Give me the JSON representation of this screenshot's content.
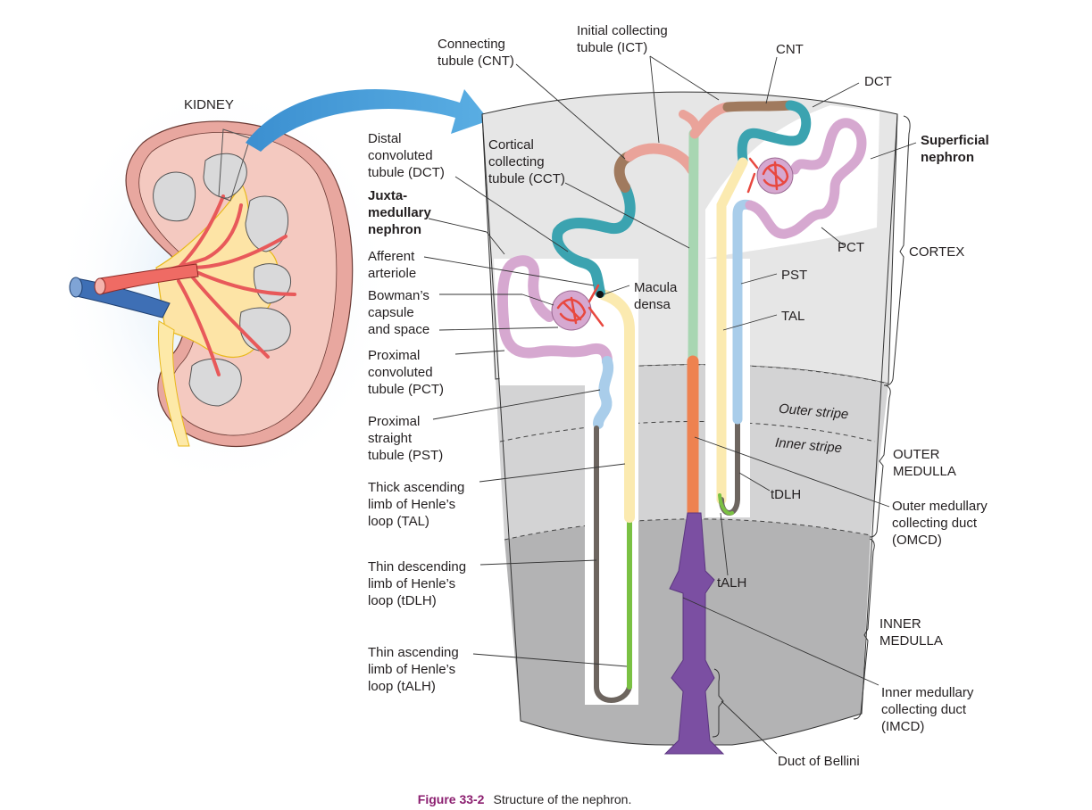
{
  "figure": {
    "number": "Figure 33-2",
    "caption": "Structure of the nephron."
  },
  "kidney": {
    "title": "KIDNEY"
  },
  "labels": {
    "connecting_tubule": "Connecting\ntubule (CNT)",
    "initial_collecting_tubule": "Initial collecting\ntubule (ICT)",
    "cnt_short": "CNT",
    "dct_short": "DCT",
    "distal_convoluted_tubule": "Distal\nconvoluted\ntubule (DCT)",
    "cortical_collecting_tubule": "Cortical\ncollecting\ntubule (CCT)",
    "juxtamedullary_nephron": "Juxta-\nmedullary\nnephron",
    "superficial_nephron": "Superficial\nnephron",
    "afferent_arteriole": "Afferent\narteriole",
    "macula_densa": "Macula\ndensa",
    "bowmans_capsule": "Bowman’s\ncapsule\nand space",
    "pct_full": "Proximal\nconvoluted\ntubule (PCT)",
    "pct_short": "PCT",
    "pst_full": "Proximal\nstraight\ntubule (PST)",
    "pst_short": "PST",
    "tal_short": "TAL",
    "tal_full": "Thick ascending\nlimb of Henle’s\nloop (TAL)",
    "tdlh_full": "Thin descending\nlimb of Henle’s\nloop (tDLH)",
    "tdlh_short": "tDLH",
    "talh_full": "Thin ascending\nlimb of Henle’s\nloop (tALH)",
    "talh_short": "tALH",
    "outer_stripe": "Outer stripe",
    "inner_stripe": "Inner stripe",
    "cortex": "CORTEX",
    "outer_medulla": "OUTER\nMEDULLA",
    "inner_medulla": "INNER\nMEDULLA",
    "omcd": "Outer medullary\ncollecting duct\n(OMCD)",
    "imcd": "Inner medullary\ncollecting duct\n(IMCD)",
    "duct_of_bellini": "Duct of Bellini"
  },
  "colors": {
    "cortex_bg": "#e6e6e6",
    "outer_medulla_bg": "#d3d3d4",
    "inner_medulla_bg": "#b3b3b4",
    "pct": "#d6a8d0",
    "pst": "#a9cdea",
    "tdlh": "#6d655f",
    "talh": "#7ac143",
    "tal": "#fbeab0",
    "dct": "#3ba3b0",
    "cnt": "#a07a5e",
    "ict": "#eaa39a",
    "cct": "#a8d6b2",
    "omcd": "#ee8250",
    "imcd": "#7b4fa2",
    "glomerulus": "#e8483f",
    "arrow": "#4a9fd8",
    "caption_number": "#8b1e6f"
  }
}
